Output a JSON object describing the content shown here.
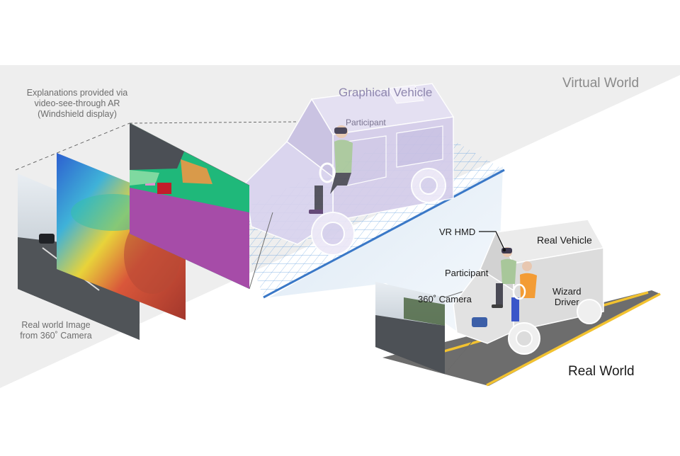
{
  "labels": {
    "virtual_world": "Virtual World",
    "graphical_vehicle": "Graphical Vehicle",
    "participant_virtual": "Participant",
    "explanations": [
      "Explanations provided via",
      "video-see-through AR",
      "(Windshield display)"
    ],
    "real_image": [
      "Real world Image",
      "from 360˚ Camera"
    ],
    "vr_hmd": "VR HMD",
    "real_vehicle": "Real Vehicle",
    "participant_real": "Participant",
    "camera_360": "360˚ Camera",
    "wizard_driver": [
      "Wizard",
      "Driver"
    ],
    "real_world": "Real World"
  },
  "colors": {
    "virtual_plane": "#eeeeee",
    "graphical_vehicle": "#d8d2ee",
    "grid": "#4a90d9",
    "projection_beam": "#dbe8f4",
    "real_vehicle": "#e3e3e3",
    "road": "#6d6d6d",
    "road_line": "#f2c230",
    "segmentation_green": "#1fb87a",
    "segmentation_purple": "#a64ca8",
    "participant_shirt": "#a8c79a",
    "wizard_shirt": "#f39c35",
    "wizard_pants": "#3a56c9"
  }
}
